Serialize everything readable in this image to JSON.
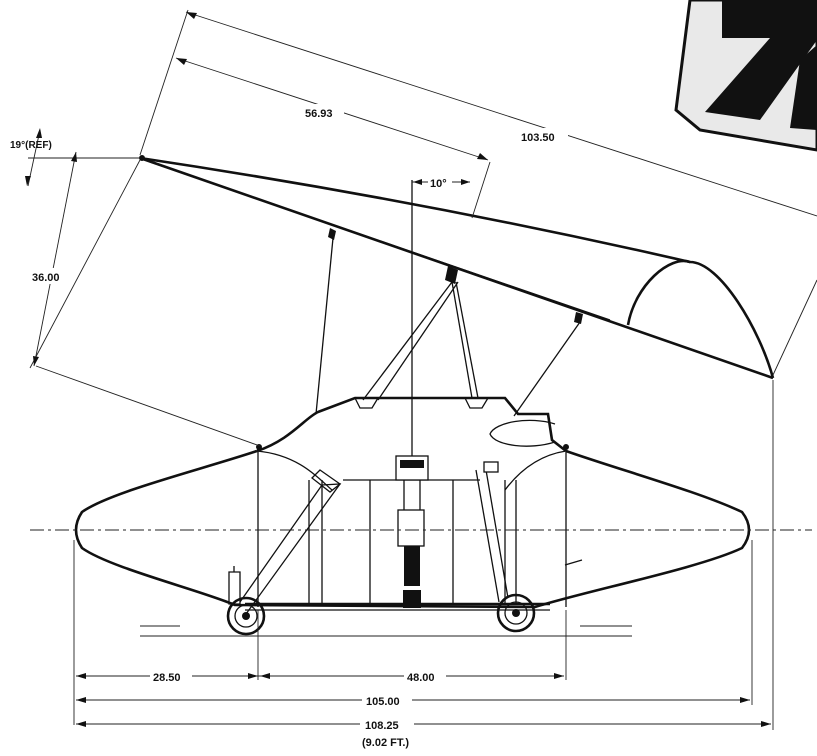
{
  "dimensions": {
    "wing_short": "56.93",
    "wing_long": "103.50",
    "tilt_ref": "19°(REF)",
    "height": "36.00",
    "angle": "10°",
    "front": "28.50",
    "wheelbase": "48.00",
    "hull_length": "105.00",
    "overall_length": "108.25",
    "overall_length_ft": "(9.02 FT.)"
  }
}
